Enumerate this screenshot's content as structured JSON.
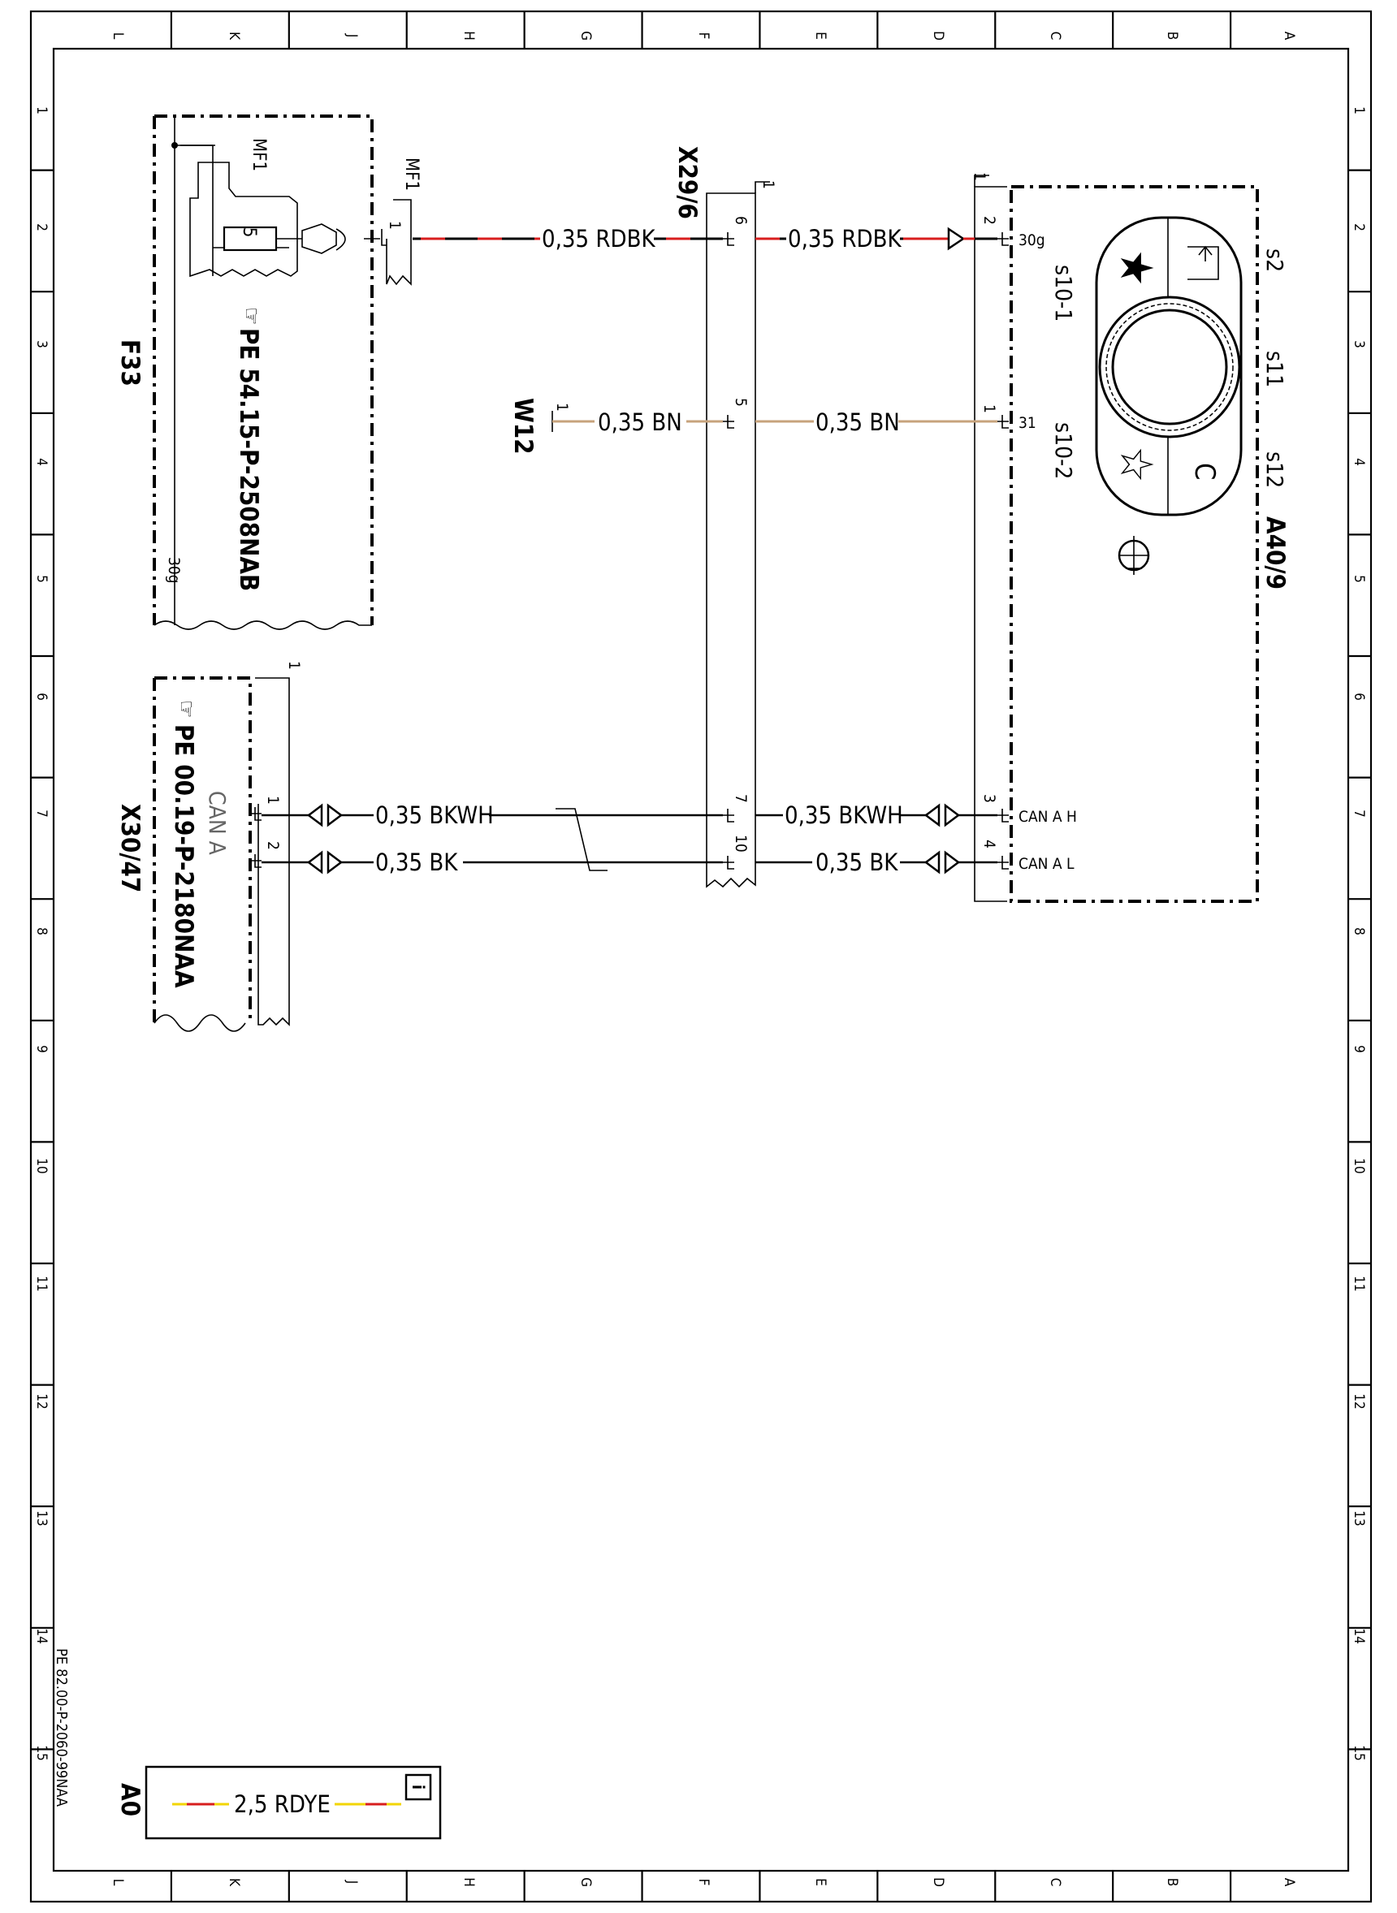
{
  "border": {
    "columns": [
      "L",
      "K",
      "J",
      "H",
      "G",
      "F",
      "E",
      "D",
      "C",
      "B",
      "A"
    ],
    "rows": [
      "1",
      "2",
      "3",
      "4",
      "5",
      "6",
      "7",
      "8",
      "9",
      "10",
      "11",
      "12",
      "13",
      "14",
      "15"
    ]
  },
  "components": {
    "f33": {
      "name": "F33",
      "ref": "PE 54.15-P-2508NAB",
      "fuse_no": "5",
      "term": "30g",
      "mf_top": "MF1",
      "mf_side": "MF1",
      "pin": "1",
      "conn_count": "1"
    },
    "x30_47": {
      "name": "X30/47",
      "ref": "PE 00.19-P-2180NAA",
      "bus": "CAN A",
      "pin_a": "1",
      "pin_b": "2",
      "conn_count": "1"
    },
    "x29_6": {
      "name": "X29/6",
      "conn_count": "1",
      "pins": [
        "6",
        "5",
        "7",
        "10"
      ]
    },
    "w12": {
      "name": "W12",
      "pin": "1"
    },
    "a40_9": {
      "name": "A40/9",
      "conn_count": "1",
      "pins": [
        {
          "no": "2",
          "term": "30g"
        },
        {
          "no": "1",
          "term": "31"
        },
        {
          "no": "3",
          "term": "CAN A H"
        },
        {
          "no": "4",
          "term": "CAN A L"
        }
      ],
      "switch_labels": [
        "s10-1",
        "s10-2",
        "s2",
        "s11",
        "s12"
      ],
      "button_c": "C"
    }
  },
  "wires": {
    "rdbk_left": "0,35 RDBK",
    "rdbk_right": "0,35 RDBK",
    "bn_left": "0,35 BN",
    "bn_right": "0,35 BN",
    "bkwh_left": "0,35 BKWH",
    "bkwh_right": "0,35 BKWH",
    "bk_left": "0,35 BK",
    "bk_right": "0,35 BK"
  },
  "legend": {
    "sheet": "A0",
    "wire": "2,5 RDYE"
  },
  "doc_ref": "PE 82.00-P-2060-99NAA",
  "colors": {
    "red": "#d81e1e",
    "black": "#000000",
    "brown": "#c7a37c",
    "yellow": "#f2d500",
    "white": "#ffffff"
  }
}
